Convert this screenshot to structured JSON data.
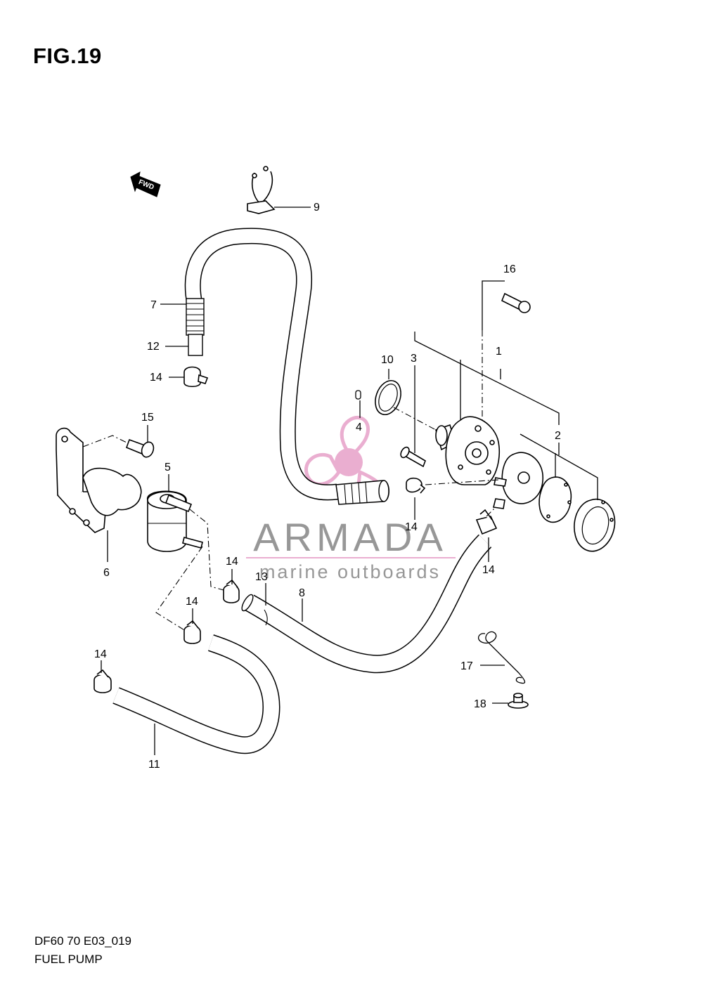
{
  "figure": {
    "title": "FIG.19",
    "code": "DF60 70 E03_019",
    "name": "FUEL PUMP",
    "fwd_label": "FWD"
  },
  "watermark": {
    "brand": "ARMADA",
    "tagline": "marine outboards",
    "colors": {
      "pink": "#e8a6cc",
      "gray": "#8c8c8c"
    }
  },
  "callouts": {
    "c1": "1",
    "c2": "2",
    "c3": "3",
    "c4": "4",
    "c5": "5",
    "c6": "6",
    "c7": "7",
    "c8": "8",
    "c9": "9",
    "c10": "10",
    "c11": "11",
    "c12": "12",
    "c13": "13",
    "c15": "15",
    "c16": "16",
    "c17": "17",
    "c18": "18",
    "c14a": "14",
    "c14b": "14",
    "c14c": "14",
    "c14d": "14",
    "c14e": "14",
    "c14f": "14"
  }
}
